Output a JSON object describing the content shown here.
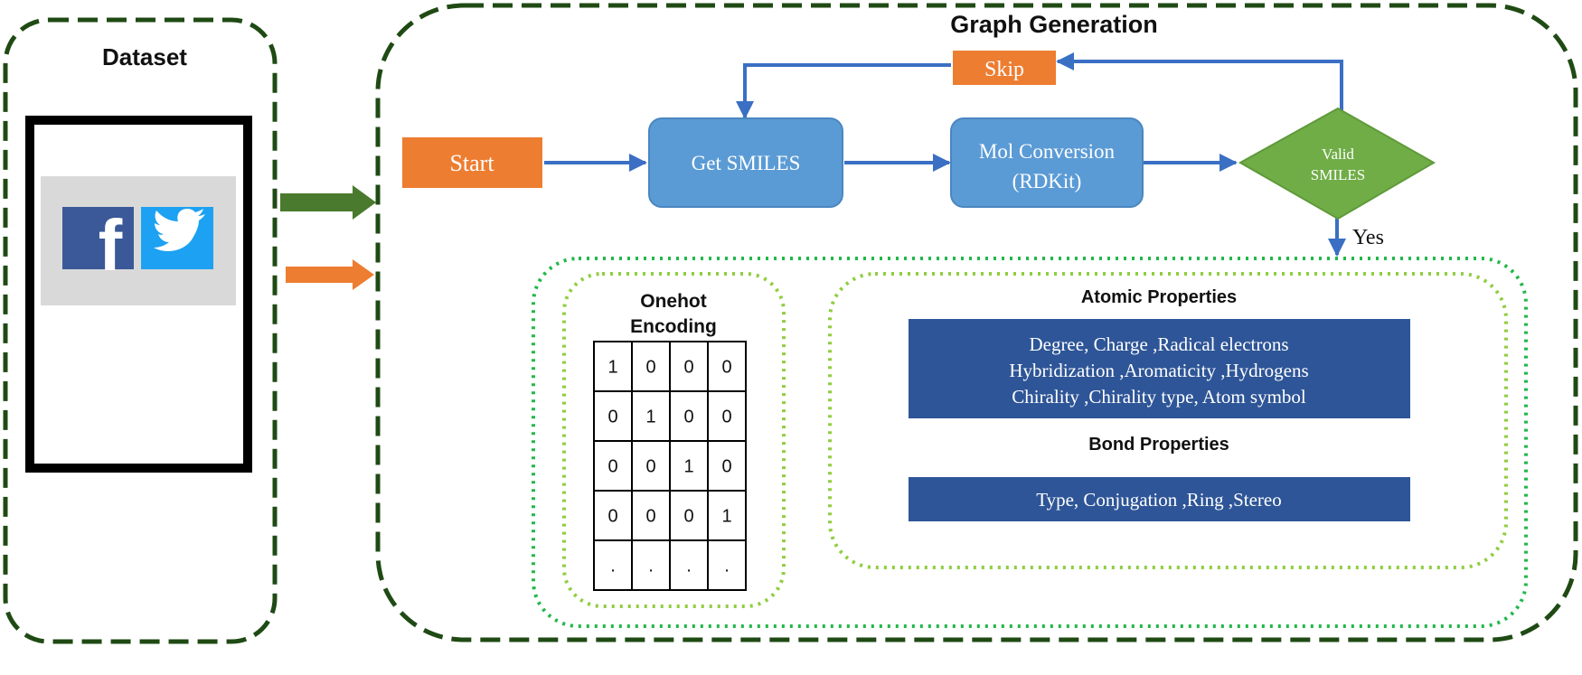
{
  "dataset": {
    "title": "Dataset",
    "icons": [
      "facebook-icon",
      "twitter-icon"
    ]
  },
  "graph_generation": {
    "title": "Graph Generation",
    "flow": {
      "start": "Start",
      "get_smiles": "Get SMILES",
      "mol_conversion_line1": "Mol Conversion",
      "mol_conversion_line2": "(RDKit)",
      "valid_line1": "Valid",
      "valid_line2": "SMILES",
      "skip": "Skip",
      "yes": "Yes"
    },
    "onehot": {
      "title_line1": "Onehot",
      "title_line2": "Encoding",
      "matrix": [
        [
          "1",
          "0",
          "0",
          "0"
        ],
        [
          "0",
          "1",
          "0",
          "0"
        ],
        [
          "0",
          "0",
          "1",
          "0"
        ],
        [
          "0",
          "0",
          "0",
          "1"
        ],
        [
          ".",
          ".",
          ".",
          "."
        ]
      ]
    },
    "atomic_properties": {
      "title": "Atomic Properties",
      "lines": [
        "Degree, Charge ,Radical electrons",
        "Hybridization ,Aromaticity ,Hydrogens",
        "Chirality ,Chirality type, Atom symbol"
      ]
    },
    "bond_properties": {
      "title": "Bond Properties",
      "text": "Type, Conjugation ,Ring ,Stereo"
    }
  },
  "colors": {
    "dark_green": "#1f4a14",
    "arrow_green": "#4a7a2e",
    "orange": "#ed7d31",
    "blue_arrow": "#3a6fc4",
    "light_blue_box": "#5b9bd5",
    "diamond_green": "#70ad47",
    "dark_blue_box": "#2e5597",
    "dotted_green": "#22b84a",
    "light_dotted_green": "#8fce3f",
    "gray": "#d9d9d9",
    "facebook": "#3b5998",
    "twitter": "#1da1f2"
  }
}
